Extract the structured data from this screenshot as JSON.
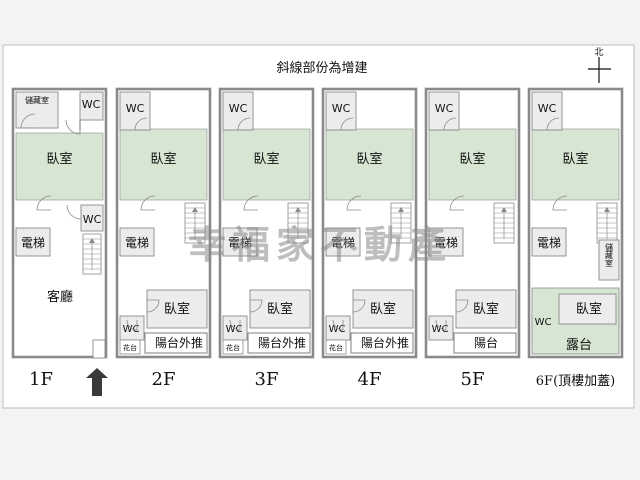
{
  "note": "斜線部份為增建",
  "north_label": "北",
  "watermark": "幸福家不動產",
  "floors": [
    {
      "name": "1F",
      "rooms": {
        "storage": "儲藏室",
        "wc_top": "WC",
        "bedroom": "臥室",
        "wc_mid": "WC",
        "elevator": "電梯",
        "living": "客廳"
      }
    },
    {
      "name": "2F",
      "rooms": {
        "wc_top": "WC",
        "bedroom": "臥室",
        "elevator": "電梯",
        "bedroom2": "臥室",
        "wc_bottom": "WC",
        "planter": "花台",
        "balcony": "陽台外推"
      }
    },
    {
      "name": "3F",
      "rooms": {
        "wc_top": "WC",
        "bedroom": "臥室",
        "elevator": "電梯",
        "bedroom2": "臥室",
        "wc_bottom": "WC",
        "planter": "花台",
        "balcony": "陽台外推"
      }
    },
    {
      "name": "4F",
      "rooms": {
        "wc_top": "WC",
        "bedroom": "臥室",
        "elevator": "電梯",
        "bedroom2": "臥室",
        "wc_bottom": "WC",
        "planter": "花台",
        "balcony": "陽台外推"
      }
    },
    {
      "name": "5F",
      "rooms": {
        "wc_top": "WC",
        "bedroom": "臥室",
        "elevator": "電梯",
        "bedroom2": "臥室",
        "wc_bottom": "WC",
        "balcony": "陽台"
      }
    },
    {
      "name": "6F(頂樓加蓋)",
      "rooms": {
        "wc_top": "WC",
        "bedroom": "臥室",
        "elevator": "電梯",
        "storage": "儲藏室",
        "bedroom2": "臥室",
        "wc_bottom": "WC",
        "terrace": "露台"
      }
    }
  ],
  "colors": {
    "wall": "#8a8a8a",
    "room_fill": "#ececec",
    "green_fill": "#d7e6d3",
    "frame": "#bdbdbd",
    "arrow": "#3a3a3a"
  }
}
